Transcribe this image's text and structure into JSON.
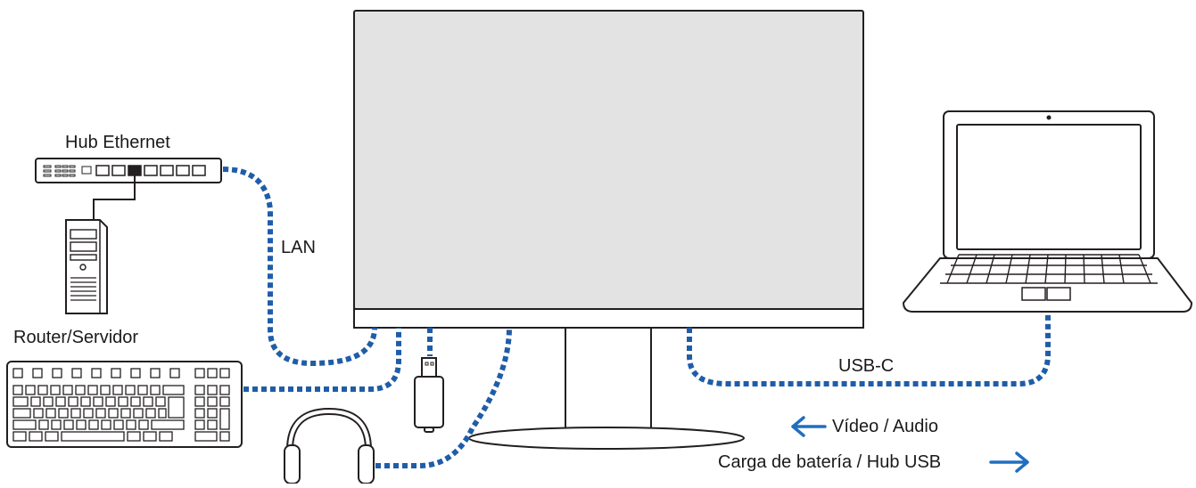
{
  "labels": {
    "hub_ethernet": "Hub Ethernet",
    "router_server": "Router/Servidor",
    "lan": "LAN",
    "usb_c": "USB-C",
    "video_audio": "Vídeo / Audio",
    "battery_usb_hub": "Carga de batería / Hub USB"
  },
  "devices": {
    "monitor": "monitor",
    "laptop": "laptop",
    "ethernet_hub": "ethernet-hub",
    "server_tower": "server-tower",
    "keyboard": "keyboard",
    "headphones": "headphones",
    "usb_stick": "usb-flash-drive"
  },
  "colors": {
    "cable_dotted": "#1f5da8",
    "arrow": "#1f6fc0",
    "outline": "#231f20",
    "screen_fill": "#e3e3e3"
  }
}
